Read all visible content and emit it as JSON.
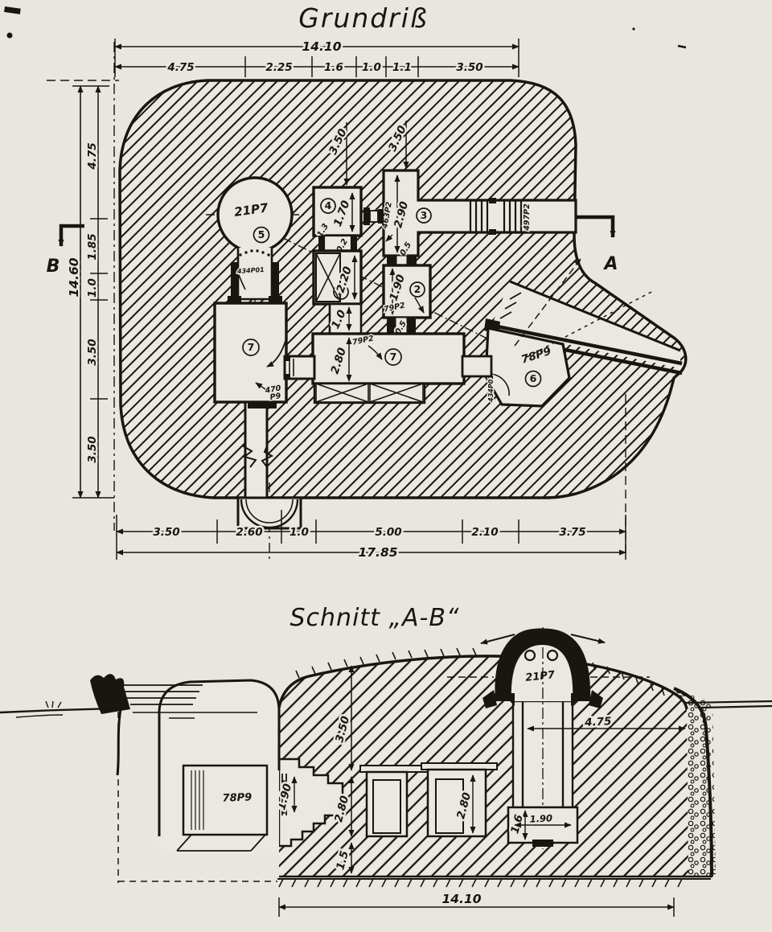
{
  "paper": {
    "bg": "#e9e6e0",
    "ink": "#17160f"
  },
  "plan": {
    "title": "Grundriß",
    "section_marker_left": "B",
    "section_marker_right": "A",
    "dims": {
      "top_total": "14.10",
      "top_segments": [
        "4.75",
        "2.25",
        "1.6",
        "1.0",
        "1.1",
        "3.50"
      ],
      "left_total": "14.60",
      "left_segments": [
        "4.75",
        "1.85",
        "1.0",
        "3.50",
        "3.50"
      ],
      "bottom_total": "17.85",
      "bottom_segments": [
        "3.50",
        "2.60",
        "1.0",
        "5.00",
        "2.10",
        "3.75"
      ],
      "roof_left": "3.50",
      "roof_right": "3.50"
    },
    "turret": {
      "label": "21P7",
      "room_no": "5",
      "part_no": "434P01"
    },
    "room4": {
      "no": "4",
      "height": "1.70",
      "note": "1.3",
      "conn": "0.2"
    },
    "room5": {
      "no": "5",
      "height": "2.20",
      "conn": "1.0"
    },
    "room3": {
      "no": "3",
      "height": "2.90",
      "part_no": "463P2",
      "conn": "0.5",
      "exit_part_no": "497P2"
    },
    "room2": {
      "no": "2",
      "height": "1.90",
      "part_no": "79P2",
      "conn": "0.5"
    },
    "room7_mid": {
      "no": "7",
      "height": "2.80",
      "part_no": "79P2"
    },
    "room7_left": {
      "no": "7",
      "part_no_1": "470",
      "part_no_2": "P9"
    },
    "entrance": {
      "no": "6",
      "label": "78P9",
      "part_no": "434P01"
    }
  },
  "section": {
    "title": "Schnitt „A-B“",
    "turret_label": "21P7",
    "door_label": "78P9",
    "dims": {
      "roof": "3.50",
      "stair_door": "1.90",
      "room_height_1": "2.80",
      "room_height_2": "2.80",
      "floor_slab": "1.5",
      "shaft_base_h": "1.6",
      "shaft_base_w": "1.90",
      "turret_offset": "4.75",
      "overall_width": "14.10"
    }
  }
}
